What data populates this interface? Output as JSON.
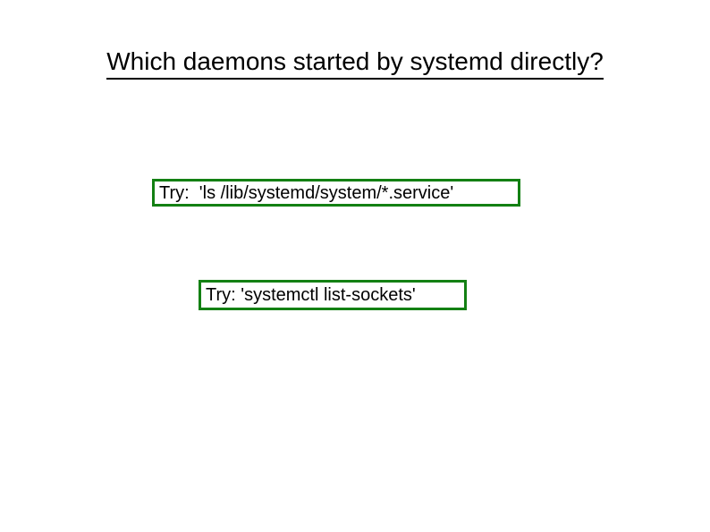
{
  "slide": {
    "background_color": "#ffffff",
    "title": "Which daemons started by systemd directly?",
    "accent_color": "#138013",
    "text_color": "#000000",
    "callouts": [
      {
        "name": "try-ls-service-files",
        "text": "Try:  'ls /lib/systemd/system/*.service'"
      },
      {
        "name": "try-systemctl-list-sockets",
        "text": "Try: 'systemctl list-sockets'"
      }
    ]
  }
}
